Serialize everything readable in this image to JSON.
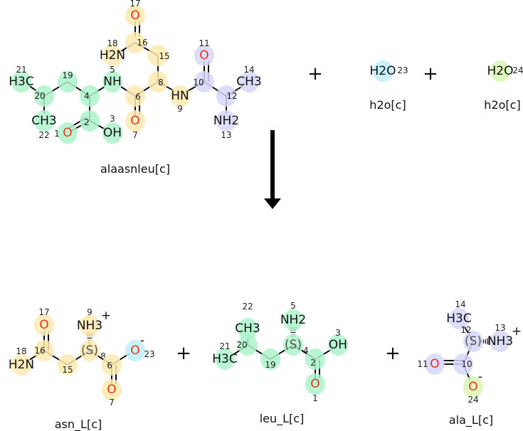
{
  "reaction": {
    "plus_sign": "+",
    "reactants": [
      {
        "name": "alaasnleu[c]",
        "atoms": [
          {
            "num": "17",
            "label": "O",
            "color": "#fde9b0",
            "el": "O"
          },
          {
            "num": "16",
            "label": "",
            "color": "#fde9b0"
          },
          {
            "num": "18",
            "label": "H2N",
            "color": "#fde9b0",
            "el": "N"
          },
          {
            "num": "15",
            "label": "",
            "color": "#fde9b0"
          },
          {
            "num": "8",
            "label": "",
            "color": "#fde9b0"
          },
          {
            "num": "5",
            "label": "NH",
            "color": "#adf2cb",
            "el": "N"
          },
          {
            "num": "6",
            "label": "",
            "color": "#fde9b0"
          },
          {
            "num": "7",
            "label": "O",
            "color": "#fde9b0",
            "el": "O"
          },
          {
            "num": "9",
            "label": "HN",
            "color": "#fde9b0",
            "el": "N"
          },
          {
            "num": "10",
            "label": "",
            "color": "#d6d6fa"
          },
          {
            "num": "11",
            "label": "O",
            "color": "#d6d6fa",
            "el": "O"
          },
          {
            "num": "12",
            "label": "",
            "color": "#d6d6fa"
          },
          {
            "num": "14",
            "label": "CH3",
            "color": "#d6d6fa"
          },
          {
            "num": "13",
            "label": "NH2",
            "color": "#d6d6fa",
            "el": "N"
          },
          {
            "num": "4",
            "label": "",
            "color": "#adf2cb"
          },
          {
            "num": "19",
            "label": "",
            "color": "#adf2cb"
          },
          {
            "num": "20",
            "label": "",
            "color": "#adf2cb"
          },
          {
            "num": "21",
            "label": "H3C",
            "color": "#adf2cb"
          },
          {
            "num": "22",
            "label": "CH3",
            "color": "#adf2cb"
          },
          {
            "num": "2",
            "label": "",
            "color": "#adf2cb"
          },
          {
            "num": "1",
            "label": "O",
            "color": "#adf2cb",
            "el": "O"
          },
          {
            "num": "3",
            "label": "OH",
            "color": "#adf2cb",
            "el": "O"
          }
        ]
      },
      {
        "name": "h2o[c]",
        "atoms": [
          {
            "num": "23",
            "label": "H2O",
            "color": "#bdeefa",
            "el": "O"
          }
        ]
      },
      {
        "name": "h2o[c]",
        "atoms": [
          {
            "num": "24",
            "label": "H2O",
            "color": "#d9f7b3",
            "el": "O"
          }
        ]
      }
    ],
    "products": [
      {
        "name": "asn_L[c]",
        "atoms": [
          {
            "num": "17",
            "label": "O",
            "color": "#fde9b0",
            "el": "O"
          },
          {
            "num": "16",
            "label": "",
            "color": "#fde9b0"
          },
          {
            "num": "18",
            "label": "H2N",
            "color": "#fde9b0",
            "el": "N"
          },
          {
            "num": "15",
            "label": "",
            "color": "#fde9b0"
          },
          {
            "num": "8",
            "label": "(S)",
            "color": "#fde9b0"
          },
          {
            "num": "9",
            "label": "NH3",
            "charge": "+",
            "color": "#fde9b0",
            "el": "N"
          },
          {
            "num": "6",
            "label": "",
            "color": "#fde9b0"
          },
          {
            "num": "7",
            "label": "O",
            "color": "#fde9b0",
            "el": "O"
          },
          {
            "num": "23",
            "label": "O",
            "charge": "-",
            "color": "#bdeefa",
            "el": "O"
          }
        ]
      },
      {
        "name": "leu_L[c]",
        "atoms": [
          {
            "num": "22",
            "label": "CH3",
            "color": "#adf2cb"
          },
          {
            "num": "20",
            "label": "",
            "color": "#adf2cb"
          },
          {
            "num": "21",
            "label": "H3C",
            "color": "#adf2cb"
          },
          {
            "num": "19",
            "label": "",
            "color": "#adf2cb"
          },
          {
            "num": "4",
            "label": "(S)",
            "color": "#adf2cb"
          },
          {
            "num": "5",
            "label": "NH2",
            "color": "#adf2cb",
            "el": "N"
          },
          {
            "num": "2",
            "label": "",
            "color": "#adf2cb"
          },
          {
            "num": "1",
            "label": "O",
            "color": "#adf2cb",
            "el": "O"
          },
          {
            "num": "3",
            "label": "OH",
            "color": "#adf2cb",
            "el": "O"
          }
        ]
      },
      {
        "name": "ala_L[c]",
        "atoms": [
          {
            "num": "14",
            "label": "H3C",
            "color": "#d6d6fa"
          },
          {
            "num": "12",
            "label": "(S)",
            "color": "#d6d6fa"
          },
          {
            "num": "13",
            "label": "NH3",
            "charge": "+",
            "color": "#d6d6fa",
            "el": "N"
          },
          {
            "num": "10",
            "label": "",
            "color": "#d6d6fa"
          },
          {
            "num": "11",
            "label": "O",
            "color": "#d6d6fa",
            "el": "O"
          },
          {
            "num": "24",
            "label": "O",
            "charge": "-",
            "color": "#d9f7b3",
            "el": "O"
          }
        ]
      }
    ]
  }
}
